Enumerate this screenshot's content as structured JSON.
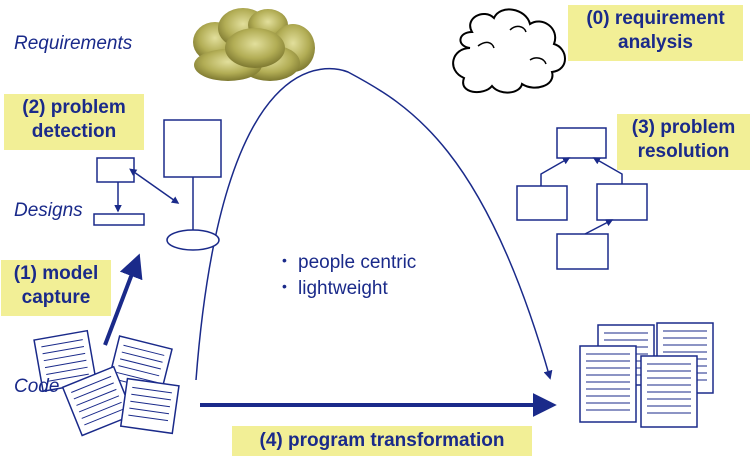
{
  "levels": {
    "requirements": "Requirements",
    "designs": "Designs",
    "code": "Code"
  },
  "steps": {
    "step0": "(0) requirement analysis",
    "step1": "(1) model capture",
    "step2": "(2) problem detection",
    "step3": "(3) problem resolution",
    "step4": "(4) program transformation"
  },
  "bullets": [
    "people centric",
    "lightweight"
  ],
  "colors": {
    "ink": "#1a2a8a",
    "callout_bg": "#f2ef96",
    "shaded_cloud": "#9b9640"
  }
}
